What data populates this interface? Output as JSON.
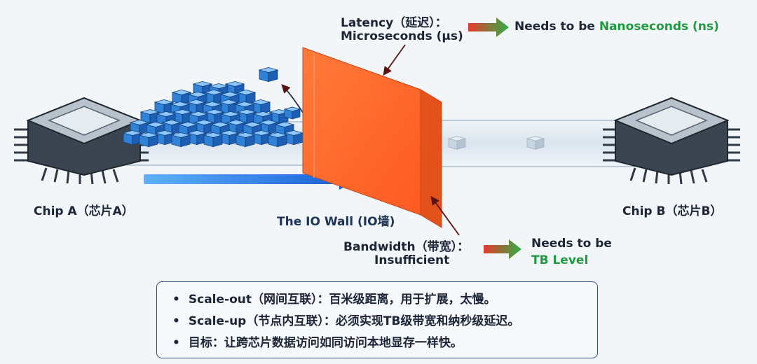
{
  "latency": {
    "line1": "Latency（延迟）：",
    "line2": "Microseconds (μs)",
    "target_prefix": "Needs to be ",
    "target_value": "Nanoseconds (ns)"
  },
  "bandwidth": {
    "line1": "Bandwidth（带宽）：",
    "line2": "Insufficient",
    "target_prefix": "Needs to be",
    "target_value": "TB Level"
  },
  "chip_a": {
    "label": "Chip A（芯片A）"
  },
  "chip_b": {
    "label": "Chip B（芯片B）"
  },
  "wall": {
    "label": "The IO Wall (IO墙)"
  },
  "notes": [
    "Scale-out（网间互联）：百米级距离，用于扩展，太慢。",
    "Scale-up（节点内互联）：必须实现TB级带宽和纳秒级延迟。",
    "目标：让跨芯片数据访问如同访问本地显存一样快。"
  ],
  "colors": {
    "wall": "#ff6a2a",
    "flow_arrow": "#1e6fe0",
    "cube": "#2a7fd6",
    "target_text": "#1f9a3e",
    "chip": "#2f3a46"
  },
  "icons": {
    "chips": "chip-icon",
    "target_arrows": "arrow-right-icon",
    "pointers": "pointer-arrow-icon",
    "data_blocks": "data-cube-icon"
  }
}
